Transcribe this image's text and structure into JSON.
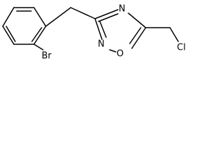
{
  "molecule": {
    "atoms": {
      "bromine": "Br",
      "ring_n_top": "N",
      "ring_n_left": "N",
      "ring_o": "O",
      "chlorine": "Cl"
    }
  }
}
